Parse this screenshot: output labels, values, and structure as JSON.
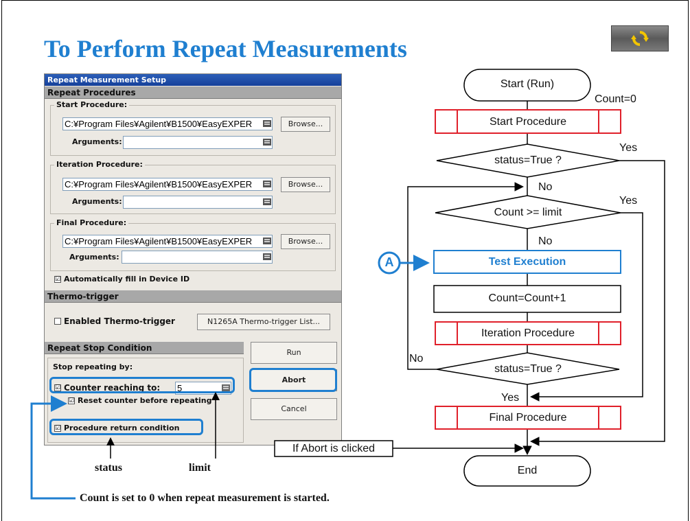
{
  "title": "To Perform Repeat Measurements",
  "toolbar": {
    "refresh_icon": "refresh-icon"
  },
  "dialog": {
    "window_title": "Repeat Measurement Setup",
    "sections": {
      "repeat_procedures": "Repeat Procedures",
      "thermo_trigger": "Thermo-trigger",
      "repeat_stop": "Repeat Stop Condition"
    },
    "start": {
      "label": "Start Procedure:",
      "path": "C:¥Program Files¥Agilent¥B1500¥EasyEXPER",
      "browse": "Browse...",
      "arguments_label": "Arguments:",
      "arguments_value": ""
    },
    "iteration": {
      "label": "Iteration Procedure:",
      "path": "C:¥Program Files¥Agilent¥B1500¥EasyEXPER",
      "browse": "Browse...",
      "arguments_label": "Arguments:",
      "arguments_value": ""
    },
    "final": {
      "label": "Final Procedure:",
      "path": "C:¥Program Files¥Agilent¥B1500¥EasyEXPER",
      "browse": "Browse...",
      "arguments_label": "Arguments:",
      "arguments_value": ""
    },
    "auto_fill": {
      "label": "Automatically fill in Device ID",
      "checked": true
    },
    "thermo": {
      "enabled_label": "Enabled Thermo-trigger",
      "enabled_checked": false,
      "list_button": "N1265A Thermo-trigger List..."
    },
    "stop": {
      "group_label": "Stop repeating by:",
      "counter_label": "Counter reaching to:",
      "counter_checked": true,
      "counter_value": "5",
      "reset_label": "Reset counter before repeating",
      "reset_checked": true,
      "procedure_label": "Procedure return condition",
      "procedure_checked": true
    },
    "buttons": {
      "run": "Run",
      "abort": "Abort",
      "cancel": "Cancel"
    }
  },
  "annotations": {
    "status": "status",
    "limit": "limit",
    "count_note": "Count is set to 0 when repeat measurement is started.",
    "marker": "A",
    "abort_note": "If Abort is clicked"
  },
  "flowchart": {
    "start": "Start (Run)",
    "count_init": "Count=0",
    "start_proc": "Start Procedure",
    "status1": "status=True ?",
    "yes1": "Yes",
    "no1": "No",
    "count_check": "Count >= limit",
    "yes2": "Yes",
    "no2": "No",
    "test_exec": "Test Execution",
    "count_inc": "Count=Count+1",
    "iter_proc": "Iteration Procedure",
    "status2": "status=True ?",
    "no3": "No",
    "yes3": "Yes",
    "final_proc": "Final Procedure",
    "end": "End"
  },
  "colors": {
    "accent_blue": "#1f7fd0",
    "proc_red": "#e0202a",
    "title_blue": "#1f7fd0"
  }
}
